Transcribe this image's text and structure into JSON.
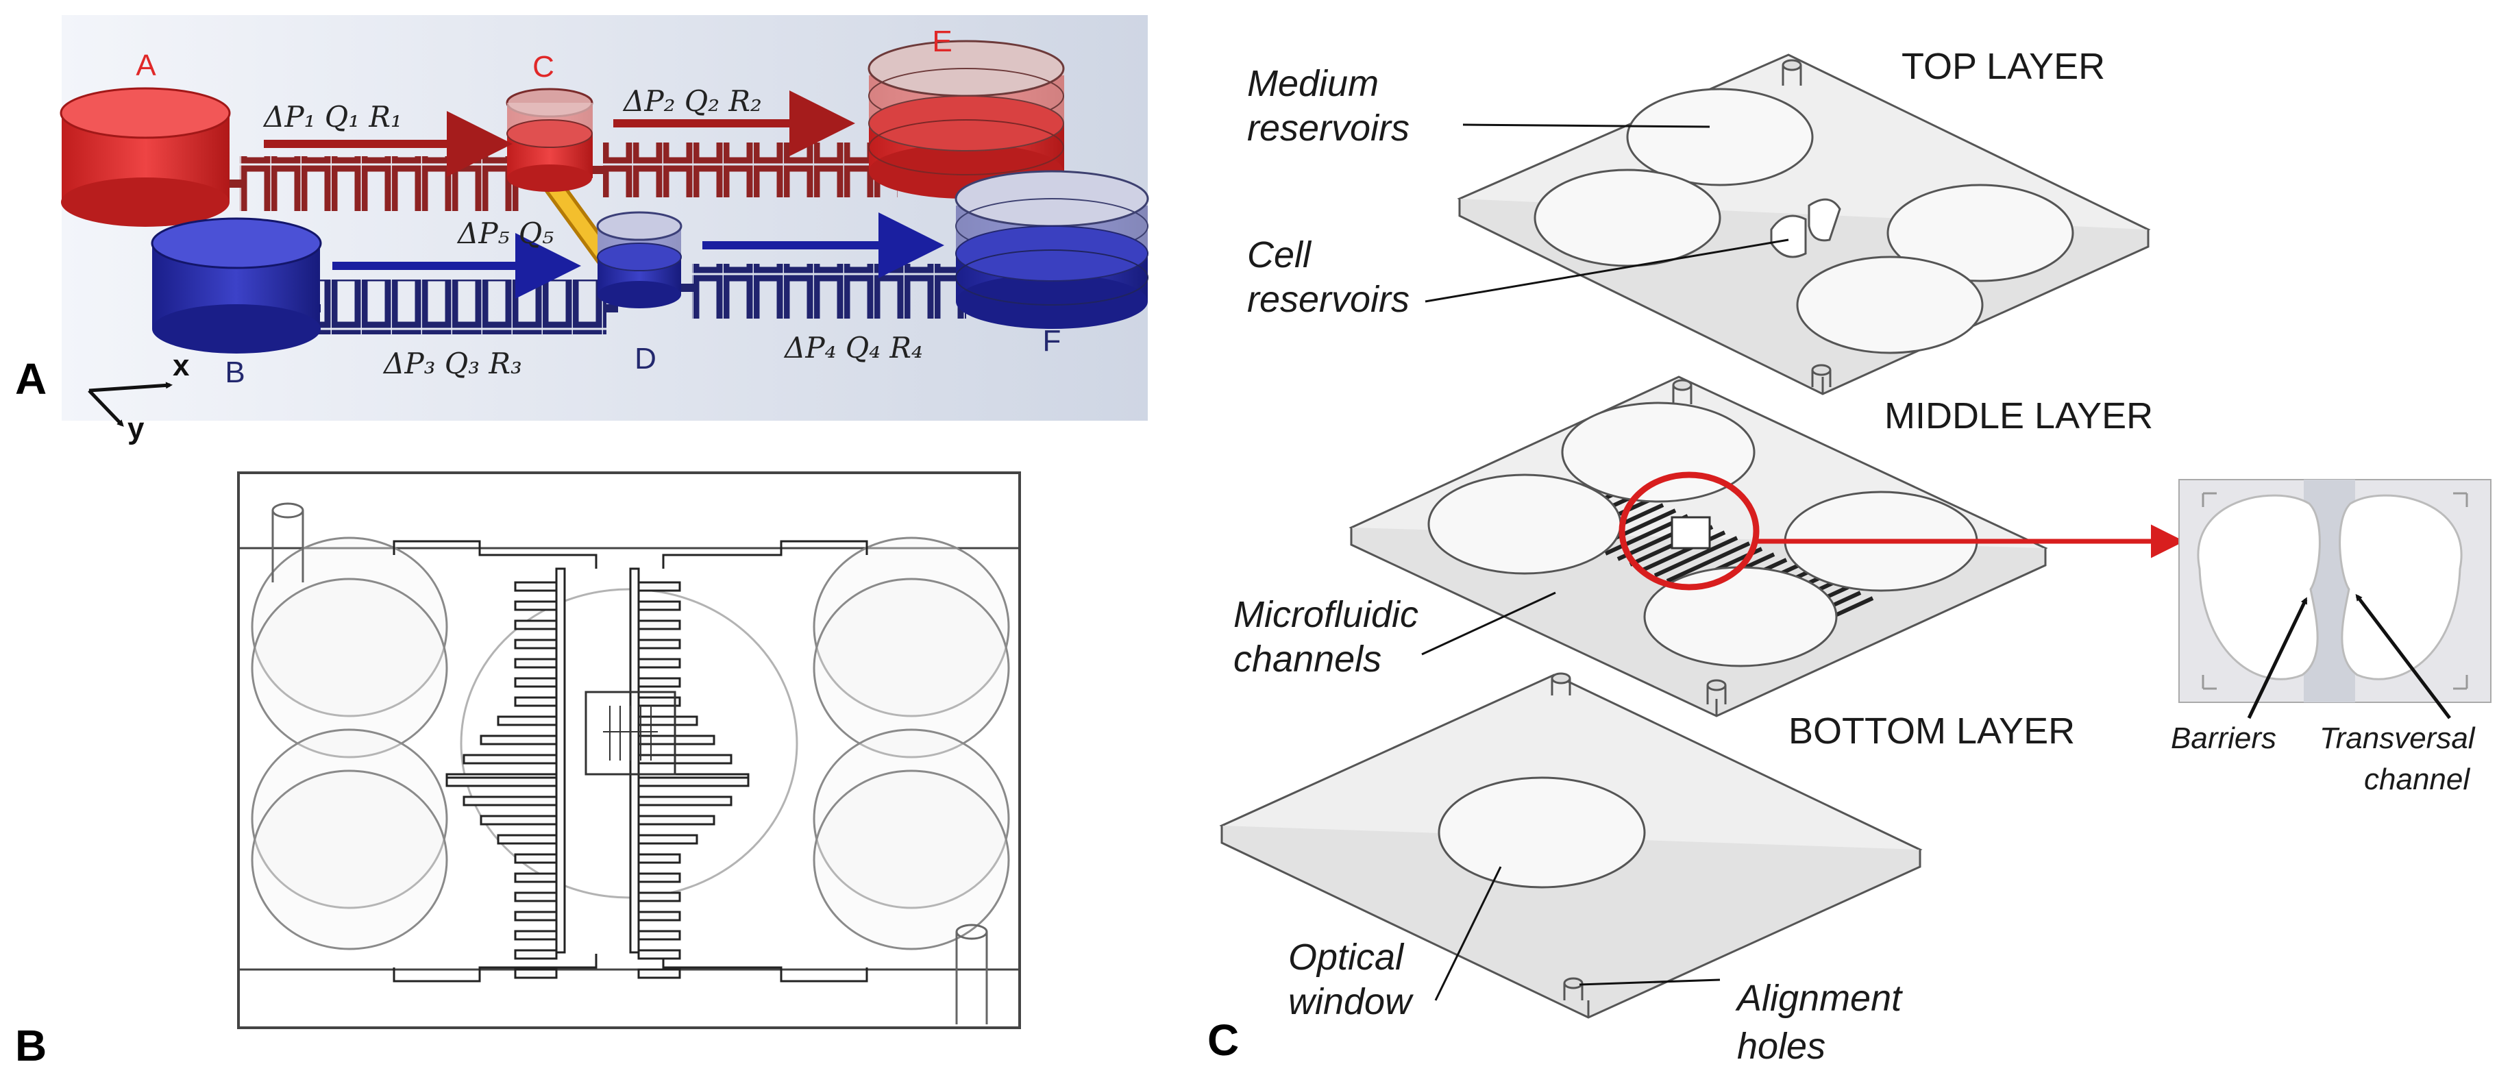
{
  "panels": {
    "a": "A",
    "b": "B",
    "c": "C"
  },
  "panel_a": {
    "reservoirs": {
      "a": "A",
      "b": "B",
      "c": "C",
      "d": "D",
      "e": "E",
      "f": "F"
    },
    "eq1": "ΔP₁  Q₁  R₁",
    "eq2": "ΔP₂  Q₂  R₂",
    "eq3": "ΔP₃ Q₃  R₃",
    "eq4": "ΔP₄ Q₄ R₄",
    "eq5": "ΔP₅ Q₅",
    "axis_x": "x",
    "axis_y": "y",
    "colors": {
      "red": "#d42c2c",
      "blue": "#2a2f9e",
      "channel_red": "#9e2a2a",
      "channel_blue": "#23267a",
      "arrow_red": "#a51c1c",
      "arrow_blue": "#1a1fa0",
      "connector": "#e8a817",
      "bg": "#dfe4ee"
    }
  },
  "panel_c": {
    "top_layer": "TOP LAYER",
    "middle_layer": "MIDDLE  LAYER",
    "bottom_layer": "BOTTOM LAYER",
    "medium_1": "Medium",
    "medium_2": "reservoirs",
    "cell_1": "Cell",
    "cell_2": "reservoirs",
    "micro_1": "Microfluidic",
    "micro_2": "channels",
    "optical_1": "Optical",
    "optical_2": "window",
    "align_1": "Alignment",
    "align_2": "holes",
    "barriers": "Barriers",
    "trans_1": "Transversal",
    "trans_2": "channel",
    "colors": {
      "highlight": "#d81e1e",
      "plate": "#ececec",
      "plate_edge": "#555555"
    }
  }
}
